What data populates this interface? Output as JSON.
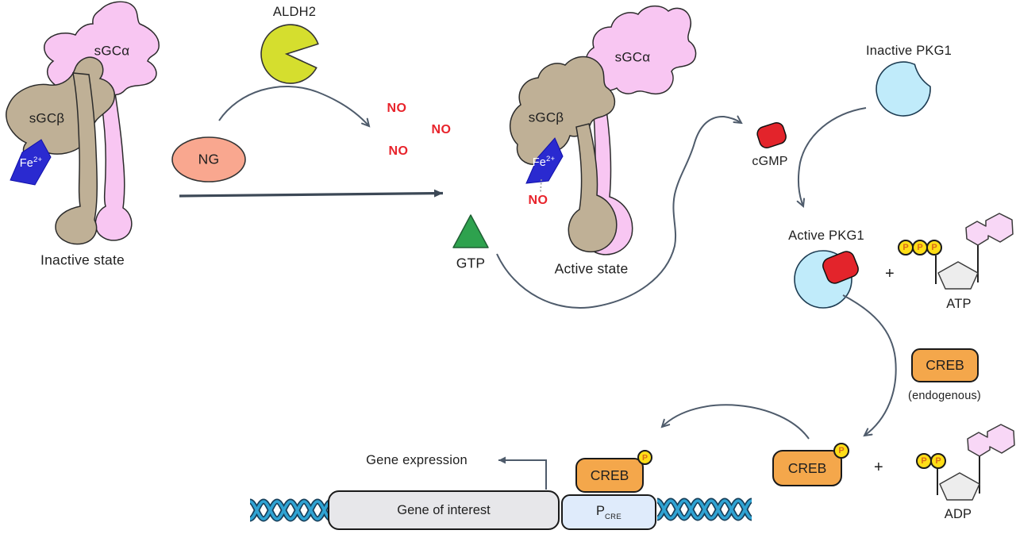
{
  "colors": {
    "sgc_alpha_pink": "#f8c6f2",
    "sgc_beta_tan": "#bfb096",
    "heme_blue": "#2a2ad0",
    "ng_salmon": "#f9a78f",
    "aldh2_yellow": "#d5de2e",
    "gtp_green": "#2ea24e",
    "cgmp_red": "#e3242b",
    "pkg1_cyan": "#c0ebfa",
    "creb_orange": "#f4a74b",
    "phosphate_yellow": "#ffde17",
    "phosphate_letter": "#d96c1a",
    "gene_gray": "#e7e7ea",
    "promoter_blue": "#dfebfb",
    "base_pink": "#f8d7f6",
    "sugar_gray": "#ededed",
    "dna_teal": "#2fa3d3",
    "dna_outline": "#173f5a",
    "arrow": "#4e5b6b",
    "arrow_dark": "#3c4856",
    "no_red": "#e8232b",
    "outline": "#2b2b2b",
    "text": "#1f1f1f"
  },
  "inactive_complex": {
    "sgc_alpha": "sGCα",
    "sgc_beta": "sGCβ",
    "fe": "Fe",
    "fe_charge": "2+",
    "caption": "Inactive state"
  },
  "reaction": {
    "enzyme": "ALDH2",
    "substrate": "NG",
    "no_1": "NO",
    "no_2": "NO",
    "no_3": "NO"
  },
  "active_complex": {
    "sgc_alpha": "sGCα",
    "sgc_beta": "sGCβ",
    "fe": "Fe",
    "fe_charge": "2+",
    "bound_no": "NO",
    "caption": "Active state"
  },
  "catalysis": {
    "gtp": "GTP",
    "cgmp": "cGMP"
  },
  "pkg1": {
    "inactive": "Inactive PKG1",
    "active": "Active PKG1"
  },
  "nucleotides": {
    "atp": "ATP",
    "adp": "ADP",
    "phosphate": "P",
    "plus": "+"
  },
  "creb": {
    "label": "CREB",
    "endogenous": "(endogenous)",
    "phosphate": "P"
  },
  "gene": {
    "expression": "Gene expression",
    "of_interest": "Gene of interest",
    "promoter": "P",
    "promoter_sub": "CRE"
  }
}
